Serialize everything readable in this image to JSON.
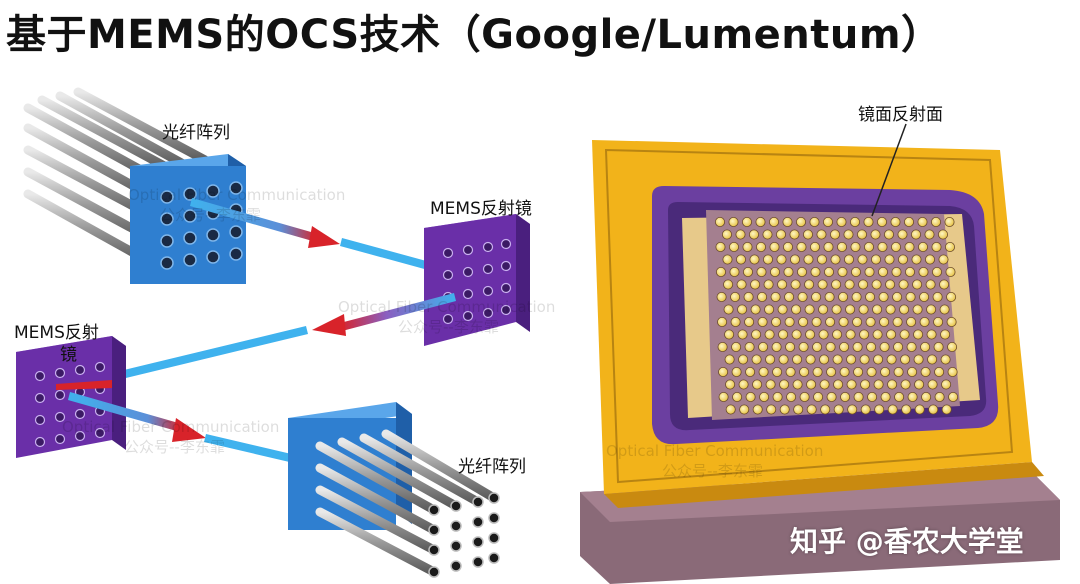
{
  "title": "基于MEMS的OCS技术（Google/Lumentum）",
  "labels": {
    "fiber_array_top": "光纤阵列",
    "mems_mirror_right": "MEMS反射镜",
    "mems_mirror_left_line1": "MEMS反射",
    "mems_mirror_left_line2": "镜",
    "fiber_array_bottom": "光纤阵列",
    "mirror_surface": "镜面反射面"
  },
  "watermarks": {
    "wm_en": "Optical Fiber Communication",
    "wm_cn": "公众号--李东霏"
  },
  "credit": "知乎 @香农大学堂",
  "colors": {
    "fiber_block": "#2f7fd0",
    "mems_mirror": "#6a2fa8",
    "beam": "#3fb2ee",
    "arrow": "#d8232a",
    "package_gold": "#f2b31a",
    "package_purple": "#6b3fa0",
    "chip_tan": "#e7c98a",
    "chip_mauve": "#a47f8f"
  }
}
